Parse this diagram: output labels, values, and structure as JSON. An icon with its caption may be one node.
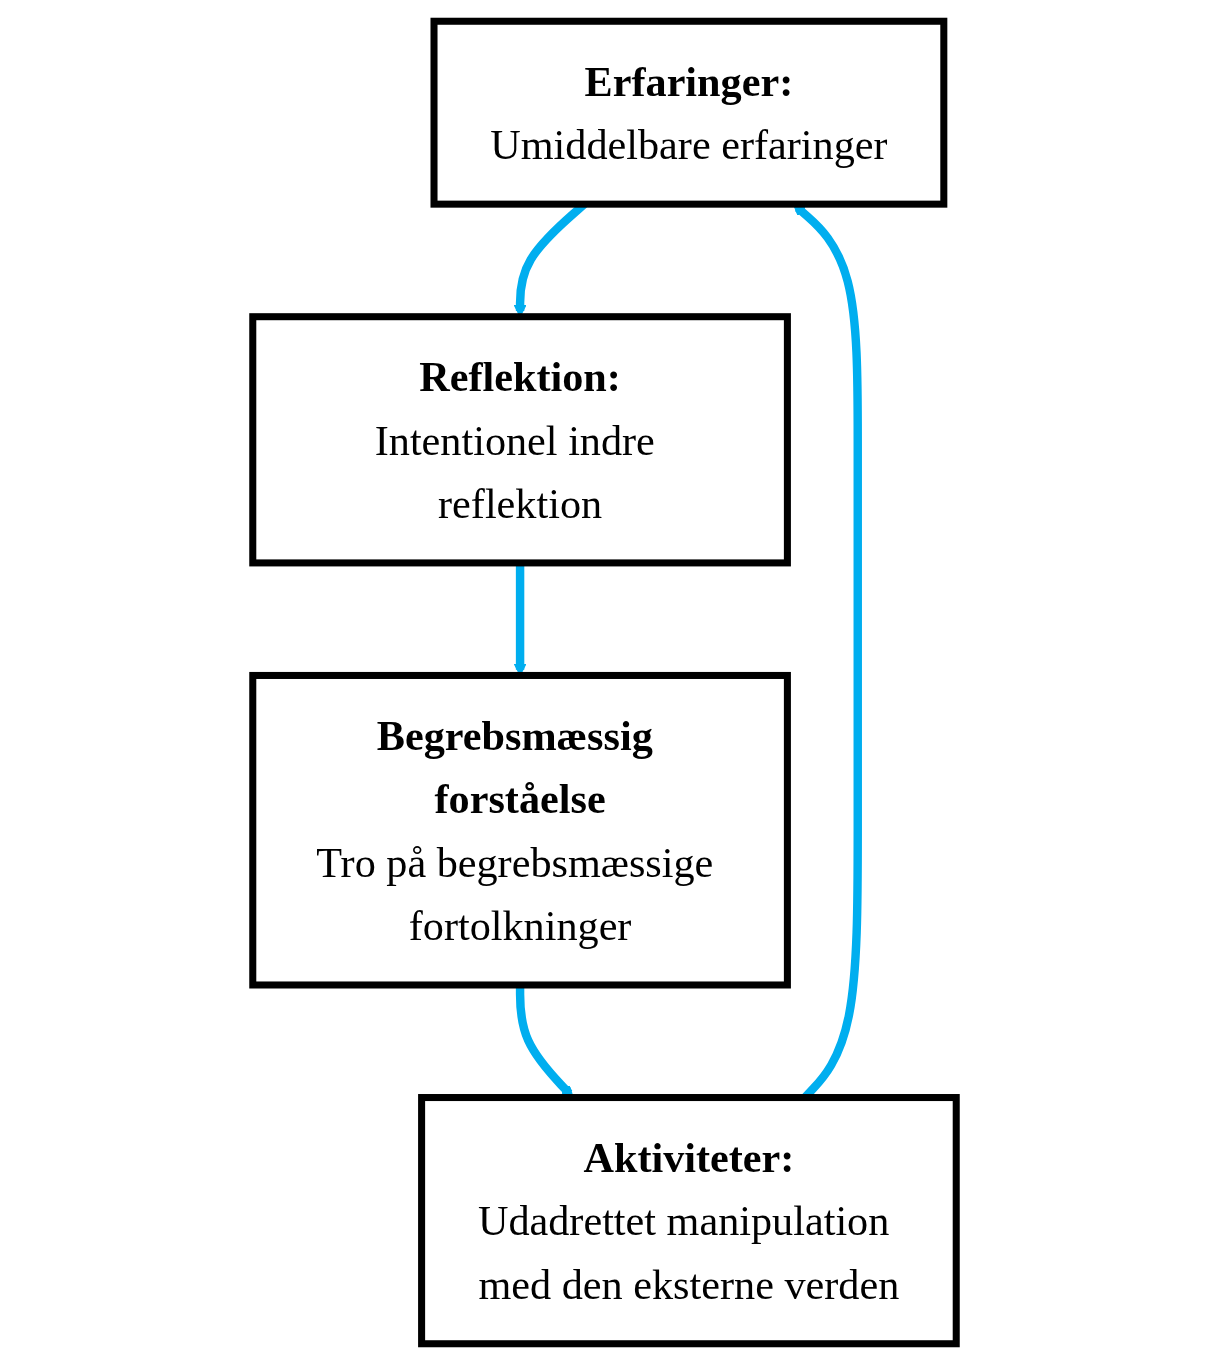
{
  "diagram": {
    "nodes": [
      {
        "text": [
          "Erfaringer:",
          "Umiddelbare erfaringer"
        ]
      },
      {
        "text": [
          "Reflektion:",
          "Intentionel indre reflektion"
        ]
      },
      {
        "text": [
          "Begrebsmæssig forståelse",
          "Tro på begrebsmæssige fortolkninger"
        ]
      },
      {
        "text": [
          "Aktiviteter:",
          "Udadrettet manipulation med den eksterne verden"
        ]
      }
    ],
    "edges": [
      {
        "from": 0,
        "to": 1,
        "arrow": "to"
      },
      {
        "from": 1,
        "to": 2,
        "arrow": "to"
      },
      {
        "from": 2,
        "to": 3,
        "arrow": "to"
      },
      {
        "from": 3,
        "to": 0,
        "arrow": "to"
      }
    ]
  }
}
